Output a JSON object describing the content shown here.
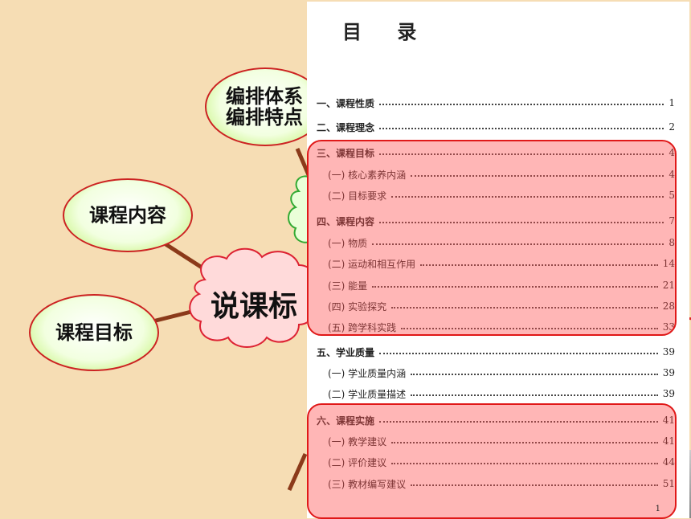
{
  "mindmap": {
    "center_label": "说课标",
    "node_content": "课程内容",
    "node_goal": "课程目标",
    "node_system_line1": "编排体系",
    "node_system_line2": "编排特点"
  },
  "toc": {
    "title": "目 录",
    "footer_page": "1",
    "entries": [
      {
        "label": "一、课程性质",
        "page": "1"
      },
      {
        "label": "二、课程理念",
        "page": "2"
      },
      {
        "label": "三、课程目标",
        "page": "4"
      },
      {
        "label": "(一) 核心素养内涵",
        "page": "4"
      },
      {
        "label": "(二) 目标要求",
        "page": "5"
      },
      {
        "label": "四、课程内容",
        "page": "7"
      },
      {
        "label": "(一) 物质",
        "page": "8"
      },
      {
        "label": "(二) 运动和相互作用",
        "page": "14"
      },
      {
        "label": "(三) 能量",
        "page": "21"
      },
      {
        "label": "(四) 实验探究",
        "page": "28"
      },
      {
        "label": "(五) 跨学科实践",
        "page": "33"
      },
      {
        "label": "五、学业质量",
        "page": "39"
      },
      {
        "label": "(一) 学业质量内涵",
        "page": "39"
      },
      {
        "label": "(二) 学业质量描述",
        "page": "39"
      },
      {
        "label": "六、课程实施",
        "page": "41"
      },
      {
        "label": "(一) 教学建议",
        "page": "41"
      },
      {
        "label": "(二) 评价建议",
        "page": "44"
      },
      {
        "label": "(三) 教材编写建议",
        "page": "51"
      }
    ]
  },
  "colors": {
    "background": "#F6DDB4",
    "connector": "#8B3A1A",
    "highlight_border": "#E01818",
    "bubble_border": "#CC2222"
  }
}
